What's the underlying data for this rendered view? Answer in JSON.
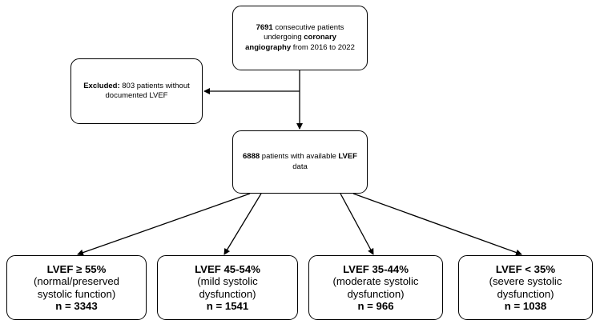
{
  "flowchart": {
    "top": {
      "count": "7691",
      "line1_rest": " consecutive patients",
      "line2_prefix": "undergoing ",
      "line2_bold": "coronary",
      "line3_bold": "angiography",
      "line3_rest": " from 2016 to 2022"
    },
    "excluded": {
      "label": "Excluded:",
      "text_rest": " 803 patients without",
      "line2": "documented LVEF"
    },
    "available": {
      "count": "6888",
      "line1_mid": " patients with available ",
      "line1_bold": "LVEF",
      "line2": "data"
    },
    "categories": [
      {
        "head": "LVEF ≥ 55%",
        "desc1": "(normal/preserved",
        "desc2": "systolic function)",
        "n": "n = 3343"
      },
      {
        "head": "LVEF 45-54%",
        "desc1": "(mild systolic",
        "desc2": "dysfunction)",
        "n": "n = 1541"
      },
      {
        "head": "LVEF 35-44%",
        "desc1": "(moderate systolic",
        "desc2": "dysfunction)",
        "n": "n = 966"
      },
      {
        "head": "LVEF < 35%",
        "desc1": "(severe systolic",
        "desc2": "dysfunction)",
        "n": "n = 1038"
      }
    ]
  },
  "colors": {
    "stroke": "#000000",
    "background": "#ffffff"
  }
}
